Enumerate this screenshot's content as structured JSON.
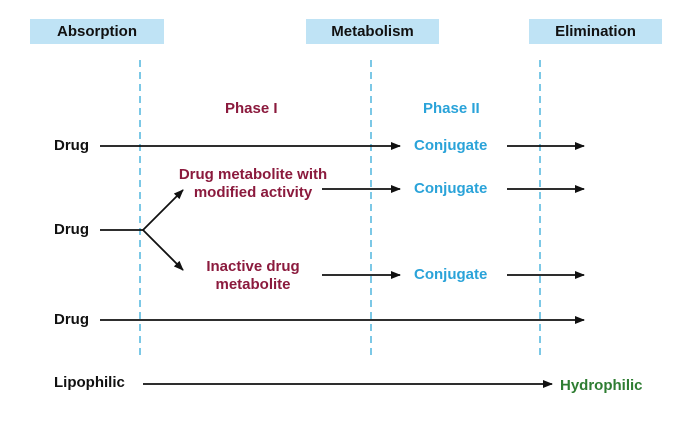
{
  "colors": {
    "header_bg": "#bfe3f5",
    "dashed_line": "#5bbbe0",
    "arrow": "#111111",
    "phase_text": "#8b1a3d",
    "conjugate_text": "#2aa3d9",
    "hydrophilic_text": "#2e7d32"
  },
  "headers": {
    "absorption": "Absorption",
    "metabolism": "Metabolism",
    "elimination": "Elimination"
  },
  "phases": {
    "phase1": "Phase I",
    "phase2": "Phase II"
  },
  "nodes": {
    "drug1": "Drug",
    "drug2": "Drug",
    "drug3": "Drug",
    "active_metabolite_line1": "Drug metabolite with",
    "active_metabolite_line2": "modified activity",
    "inactive_metabolite_line1": "Inactive drug",
    "inactive_metabolite_line2": "metabolite",
    "conjugate1": "Conjugate",
    "conjugate2": "Conjugate",
    "conjugate3": "Conjugate"
  },
  "gradient": {
    "start": "Lipophilic",
    "end": "Hydrophilic"
  }
}
